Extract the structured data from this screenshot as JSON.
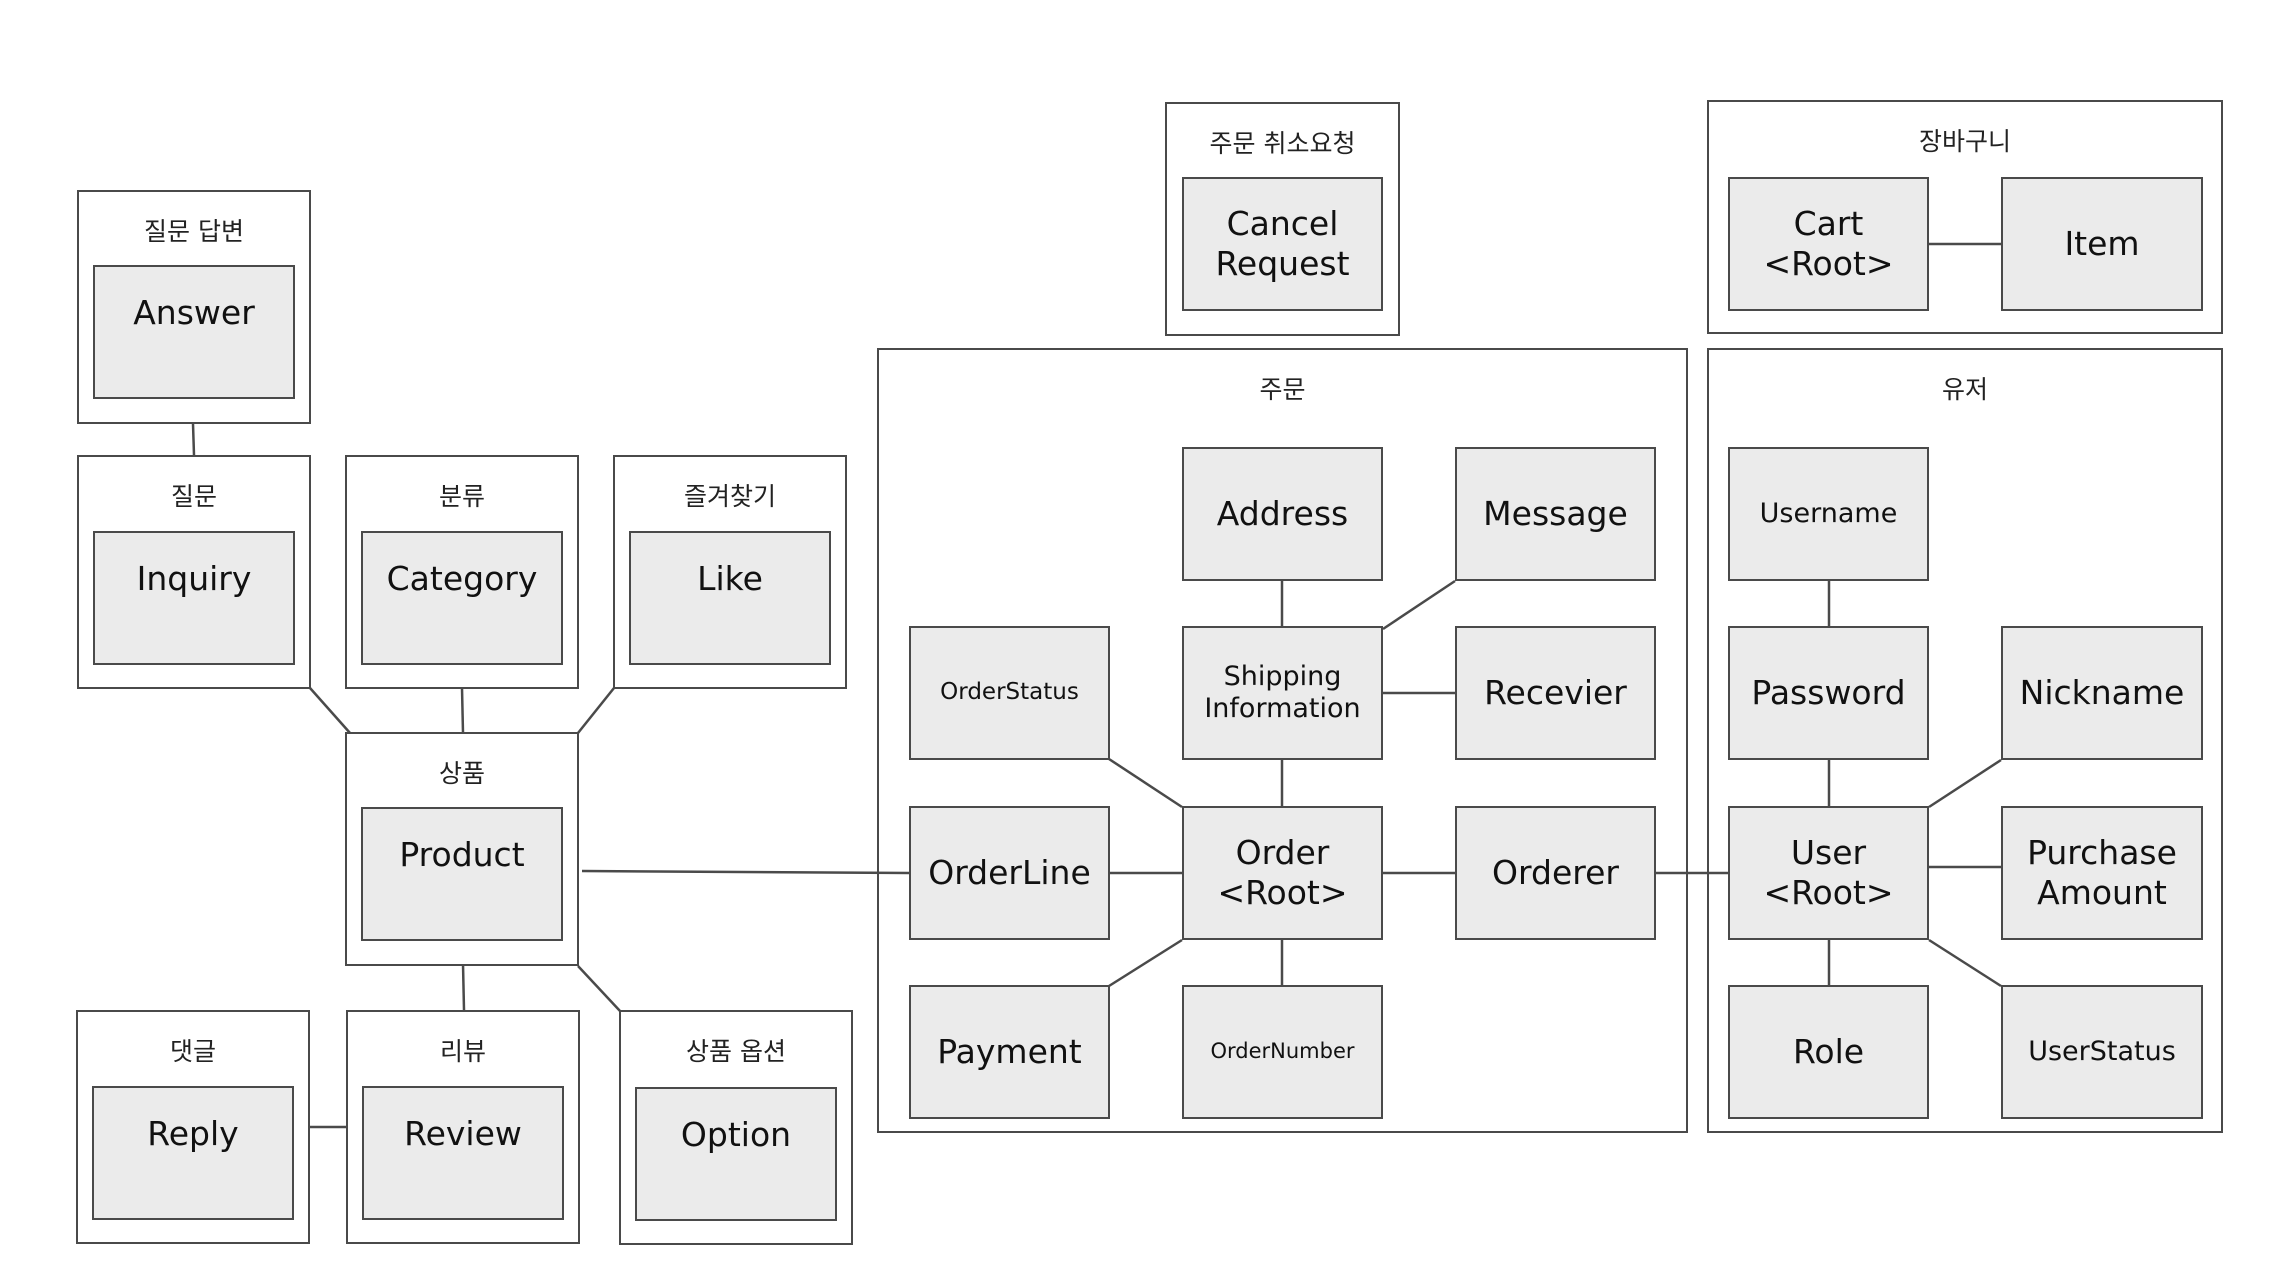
{
  "groups": {
    "answer_group": "질문 답변",
    "inquiry_group": "질문",
    "category_group": "분류",
    "like_group": "즐겨찾기",
    "product_group": "상품",
    "reply_group": "댓글",
    "review_group": "리뷰",
    "option_group": "상품 옵션",
    "cancel_group": "주문 취소요청",
    "cart_group": "장바구니",
    "order_group": "주문",
    "user_group": "유저"
  },
  "entities": {
    "answer": "Answer",
    "inquiry": "Inquiry",
    "category": "Category",
    "like": "Like",
    "product": "Product",
    "reply": "Reply",
    "review": "Review",
    "option": "Option",
    "cancel_request": "Cancel\nRequest",
    "cart": "Cart\n<Root>",
    "item": "Item",
    "address": "Address",
    "message": "Message",
    "order_status": "OrderStatus",
    "shipping_information": "Shipping\nInformation",
    "recevier": "Recevier",
    "order_line": "OrderLine",
    "order": "Order\n<Root>",
    "orderer": "Orderer",
    "payment": "Payment",
    "order_number": "OrderNumber",
    "username": "Username",
    "password": "Password",
    "nickname": "Nickname",
    "user": "User\n<Root>",
    "purchase_amount": "Purchase\nAmount",
    "role": "Role",
    "user_status": "UserStatus"
  }
}
